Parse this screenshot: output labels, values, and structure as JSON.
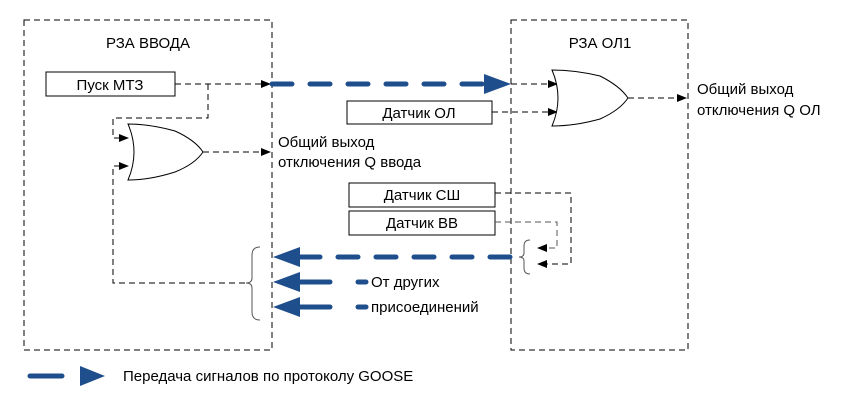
{
  "left_block": {
    "title": "РЗА ВВОДА",
    "start_box": "Пуск МТЗ",
    "output_line1": "Общий выход",
    "output_line2": "отключения Q ввода"
  },
  "right_block": {
    "title": "РЗА ОЛ1",
    "sensor_ol": "Датчик ОЛ",
    "sensor_sh": "Датчик СШ",
    "sensor_vv": "Датчик ВВ",
    "output_line1": "Общий выход",
    "output_line2": "отключения Q ОЛ"
  },
  "other_connections": {
    "line1": "От других",
    "line2": "присоединений"
  },
  "legend": {
    "label": "Передача сигналов по протоколу GOOSE"
  },
  "colors": {
    "goose": "#1f4e8c",
    "line": "#000000"
  }
}
